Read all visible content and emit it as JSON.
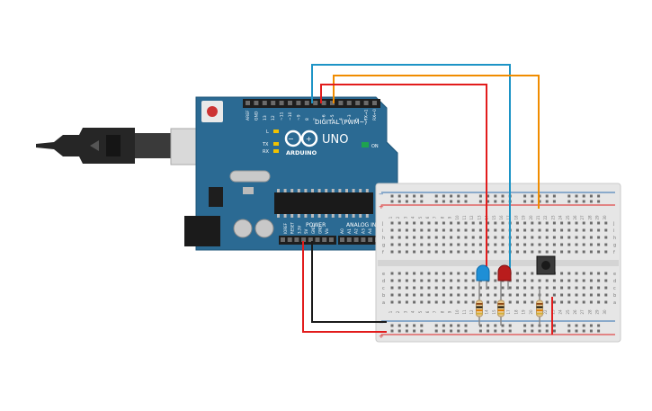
{
  "canvas": {
    "background": "#ffffff"
  },
  "arduino": {
    "brand": "ARDUINO",
    "model": "UNO",
    "digital_label": "DIGITAL (PWM~)",
    "power_label": "POWER",
    "analog_label": "ANALOG IN",
    "on_label": "ON",
    "led_labels": [
      "L",
      "TX",
      "RX"
    ],
    "digital_pin_labels": [
      "AREF",
      "GND",
      "13",
      "12",
      "~11",
      "~10",
      "~9",
      "8",
      "7",
      "~6",
      "~5",
      "4",
      "~3",
      "2",
      "TX→1",
      "RX←0"
    ],
    "power_pin_labels": [
      "IOREF",
      "RESET",
      "3.3V",
      "5V",
      "GND",
      "GND",
      "Vin"
    ],
    "analog_pin_labels": [
      "A0",
      "A1",
      "A2",
      "A3",
      "A4",
      "A5"
    ],
    "color_board": "#2b6a93",
    "color_header": "#1e1e1e"
  },
  "breadboard": {
    "column_numbers": [
      "1",
      "2",
      "3",
      "4",
      "5",
      "6",
      "7",
      "8",
      "9",
      "10",
      "11",
      "12",
      "13",
      "14",
      "15",
      "16",
      "17",
      "18",
      "19",
      "20",
      "21",
      "22",
      "23",
      "24",
      "25",
      "26",
      "27",
      "28",
      "29",
      "30"
    ],
    "row_letters_top": [
      "j",
      "i",
      "h",
      "g",
      "f"
    ],
    "row_letters_bottom": [
      "e",
      "d",
      "c",
      "b",
      "a"
    ],
    "rail_minus": "−",
    "rail_plus": "+",
    "color_body": "#e6e6e6"
  },
  "components": {
    "led_blue": {
      "color": "#1e8fd6"
    },
    "led_red": {
      "color": "#b91c1c"
    },
    "pushbutton": {
      "color": "#2a2a2a"
    },
    "resistor_bands": [
      "#8b4513",
      "#000000",
      "#e07b00",
      "#d4af37"
    ]
  },
  "wires": {
    "blue": "#1d94c6",
    "orange": "#f08c00",
    "red": "#e21c1c",
    "black": "#1a1a1a"
  },
  "usb_cable": {
    "color": "#2a2a2a"
  }
}
